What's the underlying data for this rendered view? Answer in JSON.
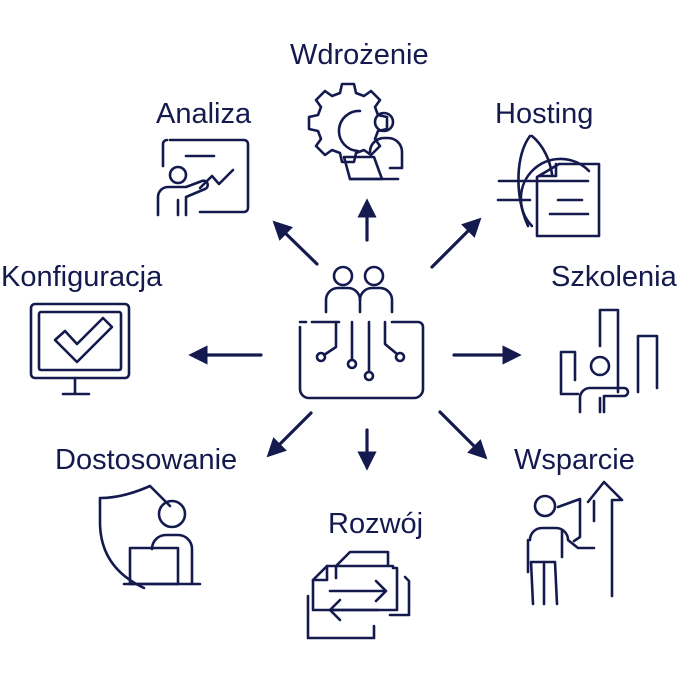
{
  "diagram": {
    "colors": {
      "stroke": "#141a4e",
      "background": "#ffffff"
    },
    "center": {
      "icon": "team-process-icon"
    },
    "nodes": [
      {
        "key": "wdrozenie",
        "label": "Wdrożenie",
        "icon": "gear-person-laptop-icon"
      },
      {
        "key": "analiza",
        "label": "Analiza",
        "icon": "presentation-chart-icon"
      },
      {
        "key": "hosting",
        "label": "Hosting",
        "icon": "globe-document-icon"
      },
      {
        "key": "konfiguracja",
        "label": "Konfiguracja",
        "icon": "monitor-check-icon"
      },
      {
        "key": "szkolenia",
        "label": "Szkolenia",
        "icon": "person-bar-chart-icon"
      },
      {
        "key": "dostosowanie",
        "label": "Dostosowanie",
        "icon": "shield-person-laptop-icon"
      },
      {
        "key": "rozwoj",
        "label": "Rozwój",
        "icon": "documents-exchange-icon"
      },
      {
        "key": "wsparcie",
        "label": "Wsparcie",
        "icon": "person-growth-arrow-icon"
      }
    ]
  }
}
